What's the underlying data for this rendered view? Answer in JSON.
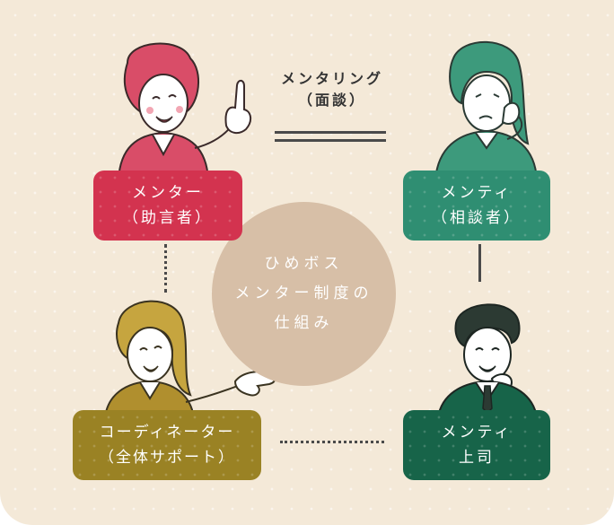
{
  "diagram": {
    "center": {
      "lines": [
        "ひめボス",
        "メンター制度の",
        "仕組み"
      ]
    },
    "relation_label": {
      "line1": "メンタリング",
      "line2": "（面談）"
    },
    "roles": {
      "mentor": {
        "line1": "メンター",
        "line2": "（助言者）",
        "color": "#d3334f"
      },
      "mentee": {
        "line1": "メンティ",
        "line2": "（相談者）",
        "color": "#2f8e72"
      },
      "coordinator": {
        "line1": "コーディネーター",
        "line2": "（全体サポート）",
        "color": "#9a8224"
      },
      "boss": {
        "line1": "メンティ",
        "line2": "上司",
        "color": "#176449"
      }
    },
    "connectors": {
      "mentor_mentee": "double-line",
      "mentor_coordinator": "dotted",
      "mentee_boss": "solid",
      "coordinator_boss": "dotted"
    },
    "background_color": "#f4e9d8",
    "center_color": "#d7bfa7"
  }
}
